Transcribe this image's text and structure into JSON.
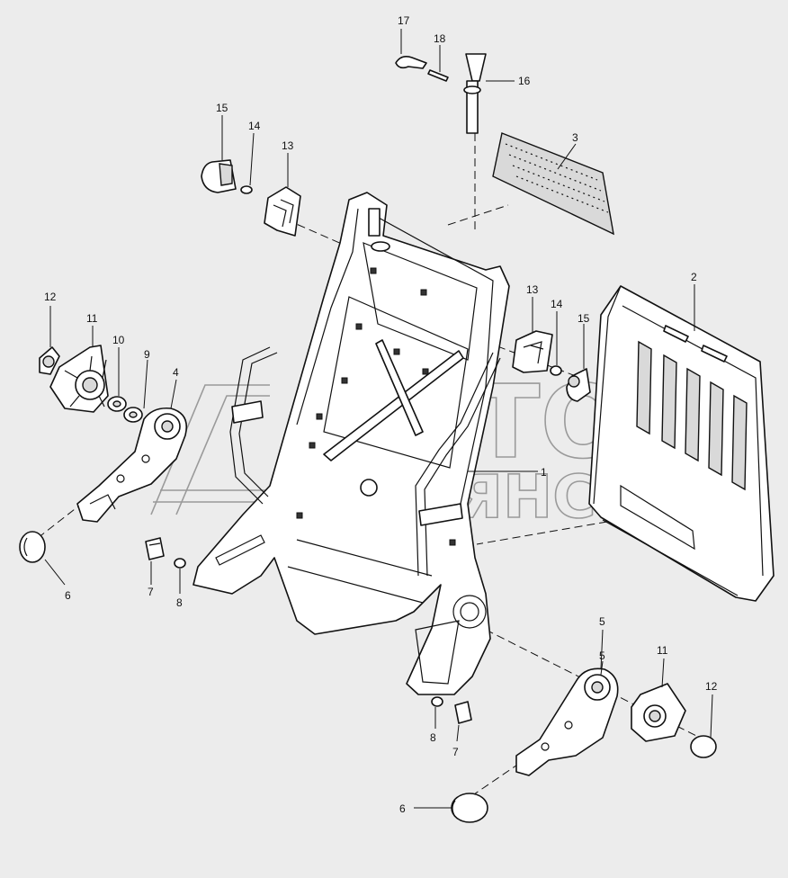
{
  "watermark": {
    "line1": "АВТО",
    "line2": "АЛЬЯНС"
  },
  "callouts": [
    {
      "id": "c17",
      "label": "17"
    },
    {
      "id": "c18",
      "label": "18"
    },
    {
      "id": "c16",
      "label": "16"
    },
    {
      "id": "c3",
      "label": "3"
    },
    {
      "id": "c15a",
      "label": "15"
    },
    {
      "id": "c14a",
      "label": "14"
    },
    {
      "id": "c13a",
      "label": "13"
    },
    {
      "id": "c2",
      "label": "2"
    },
    {
      "id": "c13b",
      "label": "13"
    },
    {
      "id": "c14b",
      "label": "14"
    },
    {
      "id": "c15b",
      "label": "15"
    },
    {
      "id": "c12a",
      "label": "12"
    },
    {
      "id": "c11a",
      "label": "11"
    },
    {
      "id": "c10",
      "label": "10"
    },
    {
      "id": "c9",
      "label": "9"
    },
    {
      "id": "c4",
      "label": "4"
    },
    {
      "id": "c1",
      "label": "1"
    },
    {
      "id": "c6a",
      "label": "6"
    },
    {
      "id": "c7a",
      "label": "7"
    },
    {
      "id": "c8a",
      "label": "8"
    },
    {
      "id": "c5a",
      "label": "5"
    },
    {
      "id": "c5b",
      "label": "5"
    },
    {
      "id": "c11b",
      "label": "11"
    },
    {
      "id": "c12b",
      "label": "12"
    },
    {
      "id": "c8b",
      "label": "8"
    },
    {
      "id": "c7b",
      "label": "7"
    },
    {
      "id": "c6b",
      "label": "6"
    }
  ]
}
